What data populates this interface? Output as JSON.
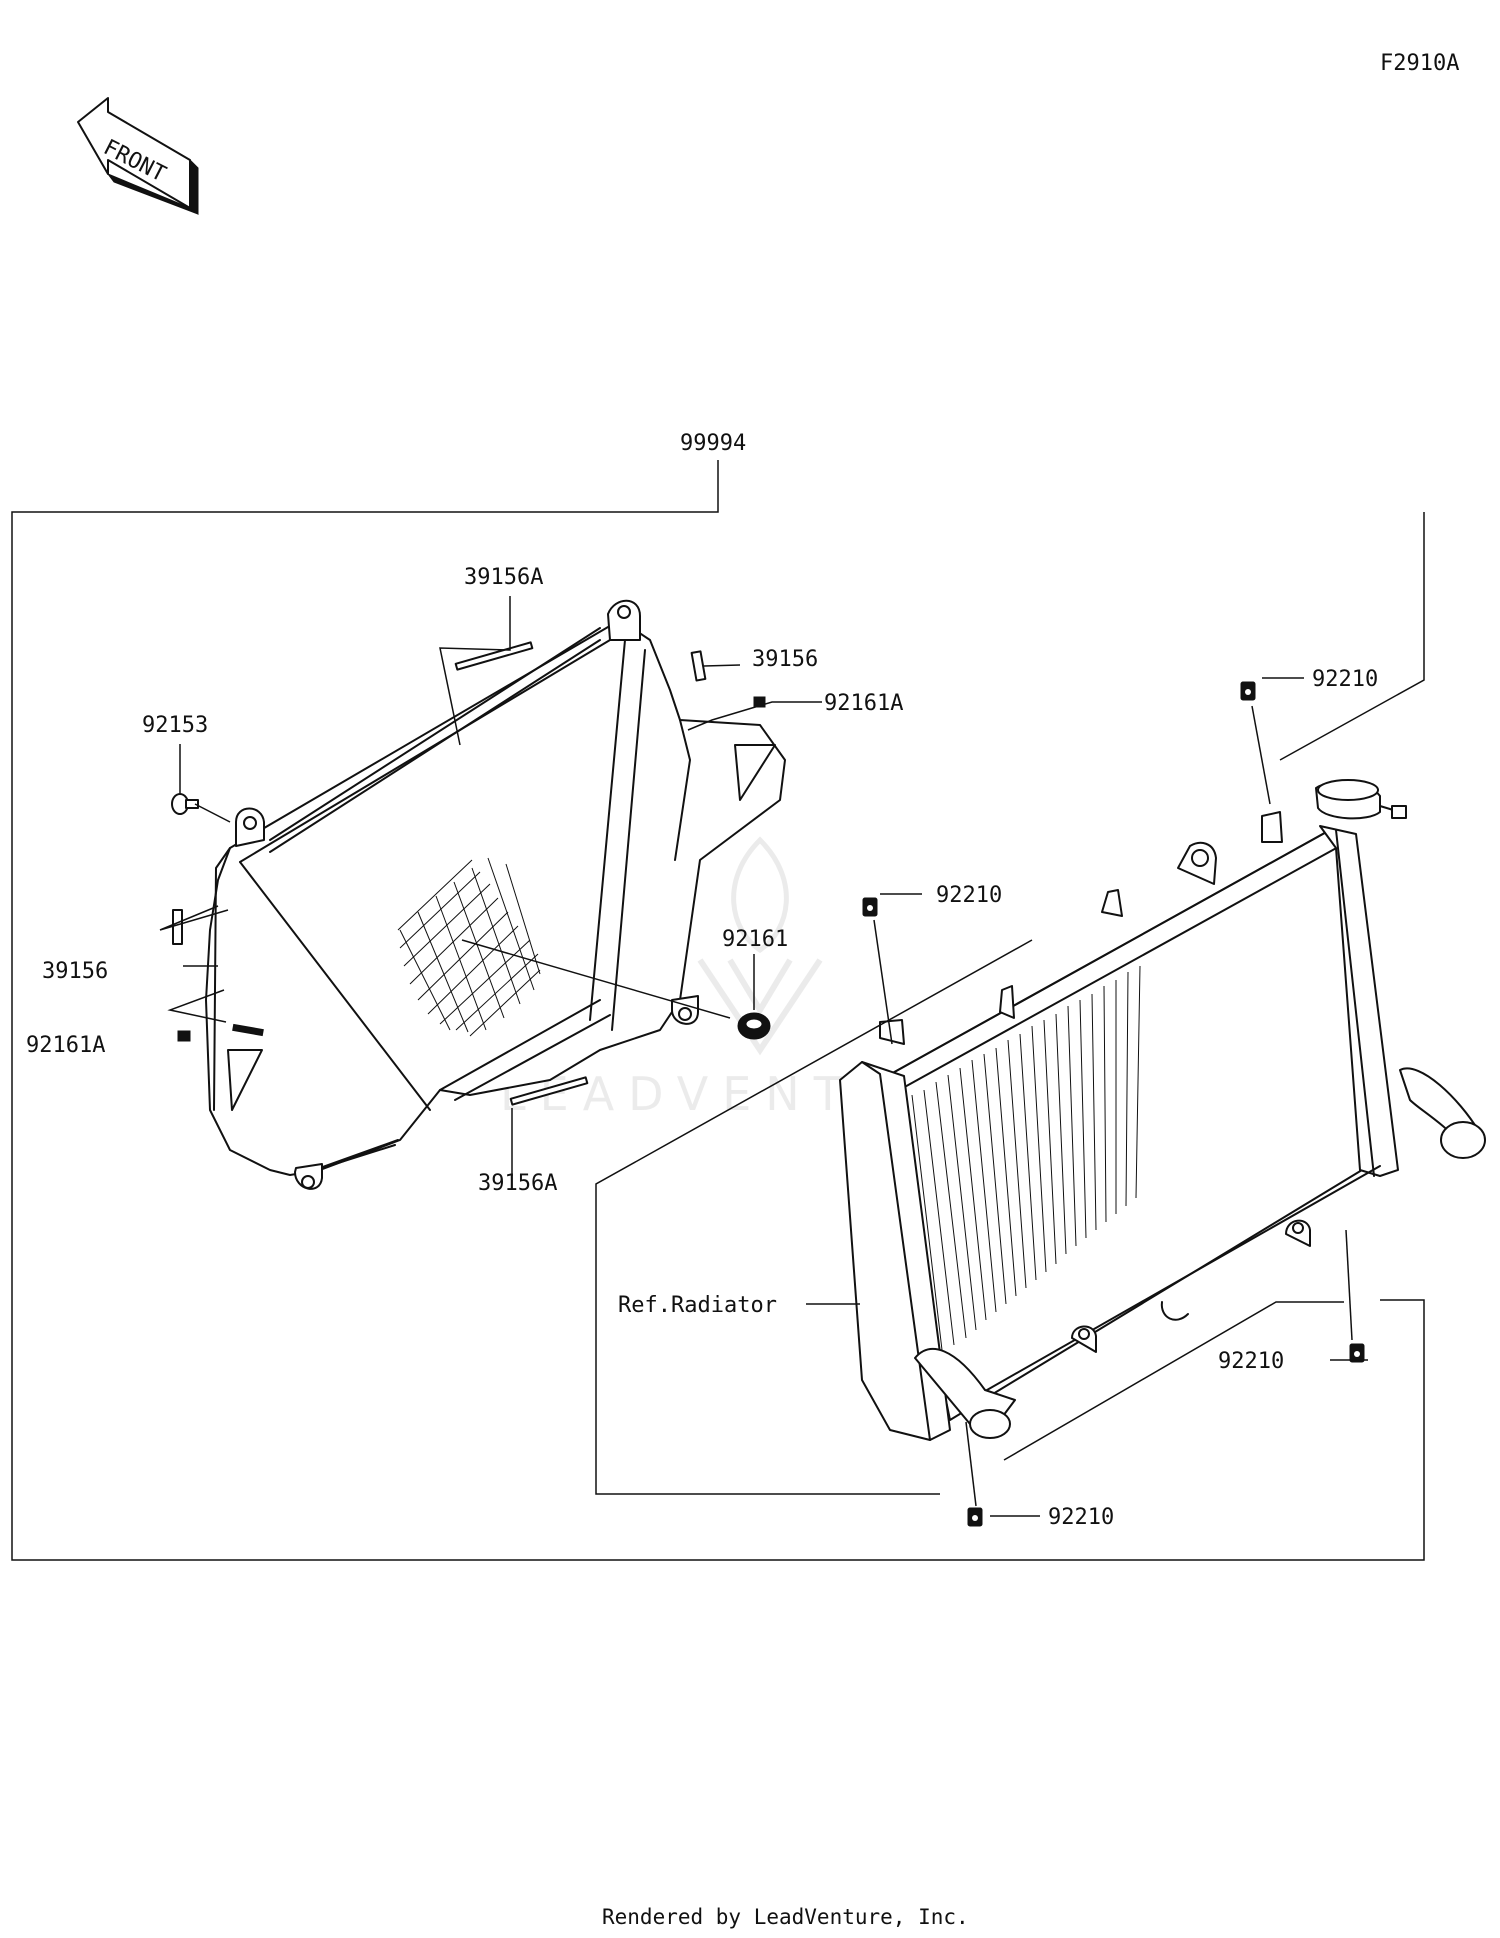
{
  "diagram": {
    "code": "F2910A",
    "front_arrow_label": "FRONT",
    "assembly_label": "99994",
    "watermark": "LEADVENTURE",
    "parts": {
      "screen_strip_top": "39156A",
      "screen_strip_bottom": "39156A",
      "pad_right": "39156",
      "pad_left": "39156",
      "clip_right": "92161A",
      "clip_left": "92161A",
      "bolt": "92153",
      "grommet": "92161",
      "nut_top_right": "92210",
      "nut_top_left": "92210",
      "nut_bottom_right": "92210",
      "nut_bottom_left": "92210",
      "ref_radiator": "Ref.Radiator"
    },
    "footer": "Rendered by LeadVenture, Inc."
  }
}
